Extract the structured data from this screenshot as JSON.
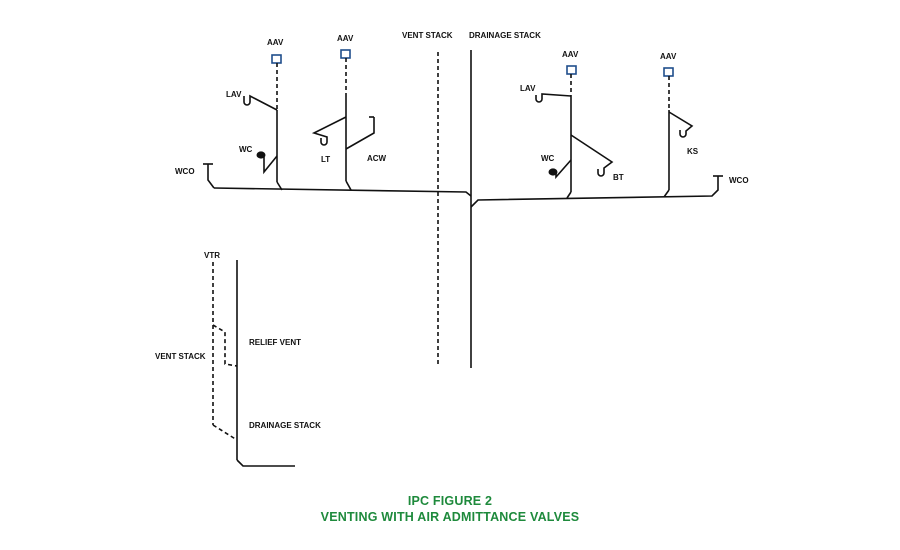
{
  "labels": {
    "aav": "AAV",
    "lav": "LAV",
    "wc": "WC",
    "wco": "WCO",
    "lt": "LT",
    "acw": "ACW",
    "bt": "BT",
    "ks": "KS",
    "vent_stack": "VENT STACK",
    "drainage_stack": "DRAINAGE STACK",
    "vtr": "VTR",
    "relief_vent": "RELIEF VENT"
  },
  "caption": {
    "line1": "IPC FIGURE 2",
    "line2": "VENTING WITH AIR ADMITTANCE VALVES"
  },
  "colors": {
    "caption": "#1e8a3c",
    "aav_outline": "#1f4e8c",
    "line": "#111111"
  }
}
